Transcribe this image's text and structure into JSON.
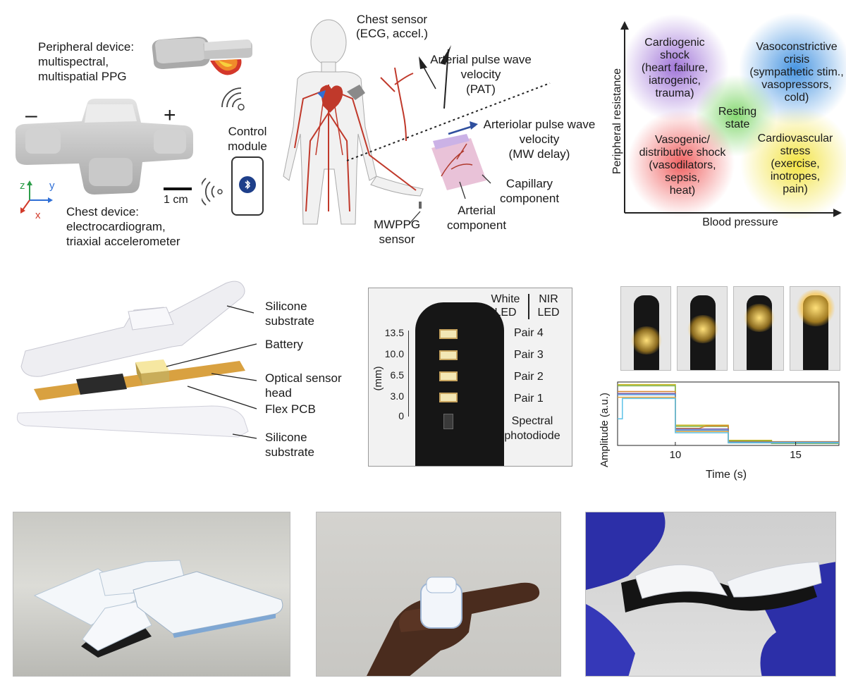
{
  "panel_a": {
    "peripheral_device": [
      "Peripheral device:",
      "multispectral,",
      "multispatial PPG"
    ],
    "minus_sign": "–",
    "plus_sign": "+",
    "control_module": [
      "Control",
      "module"
    ],
    "scale_bar": "1 cm",
    "axis_z": "z",
    "axis_y": "y",
    "axis_x": "x",
    "chest_device": [
      "Chest device:",
      "electrocardiogram,",
      "triaxial accelerometer"
    ]
  },
  "panel_b": {
    "chest_sensor": [
      "Chest sensor",
      "(ECG, accel.)"
    ],
    "arterial_pwv": [
      "Arterial pulse wave",
      "velocity",
      "(PAT)"
    ],
    "arteriolar_pwv": [
      "Arteriolar pulse wave",
      "velocity",
      "(MW delay)"
    ],
    "capillary": [
      "Capillary",
      "component"
    ],
    "arterial_component": [
      "Arterial",
      "component"
    ],
    "mwppg": [
      "MWPPG",
      "sensor"
    ]
  },
  "panel_c": {
    "ylabel": "Peripheral resistance",
    "xlabel": "Blood pressure",
    "regions": [
      {
        "lines": [
          "Cardiogenic",
          "shock",
          "(heart failure,",
          "iatrogenic,",
          "trauma)"
        ],
        "color": "#9c6fd6"
      },
      {
        "lines": [
          "Vasoconstrictive",
          "crisis",
          "(sympathetic stim.,",
          "vasopressors,",
          "cold)"
        ],
        "color": "#3d8fe0"
      },
      {
        "lines": [
          "Resting",
          "state"
        ],
        "color": "#7fd66a"
      },
      {
        "lines": [
          "Vasogenic/",
          "distributive shock",
          "(vasodilators,",
          "sepsis,",
          "heat)"
        ],
        "color": "#ef5a5a"
      },
      {
        "lines": [
          "Cardiovascular",
          "stress",
          "(exercise,",
          "inotropes,",
          "pain)"
        ],
        "color": "#f2e23a"
      }
    ]
  },
  "panel_d": {
    "labels": [
      [
        "Silicone",
        "substrate"
      ],
      [
        "Battery"
      ],
      [
        "Optical sensor",
        "head"
      ],
      [
        "Flex PCB"
      ],
      [
        "Silicone",
        "substrate"
      ]
    ]
  },
  "panel_e": {
    "legend_white": [
      "White",
      "LED"
    ],
    "legend_nir": [
      "NIR",
      "LED"
    ],
    "axis_unit": "(mm)",
    "ticks": [
      "13.5",
      "10.0",
      "6.5",
      "3.0",
      "0"
    ],
    "pairs": [
      "Pair 4",
      "Pair 3",
      "Pair 2",
      "Pair 1"
    ],
    "photodiode": [
      "Spectral",
      "photodiode"
    ]
  },
  "panel_f": {
    "chart_data": {
      "type": "line",
      "xlabel": "Time (s)",
      "ylabel": "Amplitude (a.u.)",
      "xlim": [
        7.6,
        16.8
      ],
      "ylim": [
        0,
        1
      ],
      "x_ticks": [
        10,
        15
      ],
      "series": [
        {
          "color": "#c9b51c",
          "x": [
            7.6,
            10,
            10,
            12.2,
            12.2,
            14,
            14,
            16.8
          ],
          "y": [
            0.96,
            0.96,
            0.32,
            0.32,
            0.08,
            0.08,
            0.03,
            0.03
          ]
        },
        {
          "color": "#7bb24a",
          "x": [
            7.6,
            10,
            10,
            12.2,
            12.2,
            14,
            14,
            16.8
          ],
          "y": [
            0.94,
            0.94,
            0.3,
            0.3,
            0.07,
            0.07,
            0.03,
            0.03
          ]
        },
        {
          "color": "#d7862f",
          "x": [
            7.6,
            10,
            10,
            11,
            11.3,
            12.2,
            12.2,
            16.8
          ],
          "y": [
            0.85,
            0.85,
            0.27,
            0.27,
            0.31,
            0.31,
            0.06,
            0.06
          ]
        },
        {
          "color": "#7f5fa8",
          "x": [
            7.6,
            10,
            10,
            12.2,
            12.2,
            16.8
          ],
          "y": [
            0.82,
            0.82,
            0.26,
            0.26,
            0.05,
            0.05
          ]
        },
        {
          "color": "#4a8fd8",
          "x": [
            7.6,
            10,
            10,
            12.2,
            12.2,
            16.8
          ],
          "y": [
            0.8,
            0.8,
            0.24,
            0.24,
            0.05,
            0.05
          ]
        },
        {
          "color": "#e2a640",
          "x": [
            7.6,
            10,
            10,
            12.2,
            12.2,
            16.8
          ],
          "y": [
            0.76,
            0.76,
            0.22,
            0.22,
            0.04,
            0.04
          ]
        },
        {
          "color": "#5ec2e8",
          "x": [
            7.6,
            7.8,
            7.8,
            10,
            10,
            12.2,
            12.2,
            16.8
          ],
          "y": [
            0.42,
            0.42,
            0.74,
            0.74,
            0.2,
            0.2,
            0.04,
            0.04
          ]
        }
      ]
    },
    "glow_levels": [
      0.25,
      0.5,
      0.75,
      1.0
    ]
  }
}
